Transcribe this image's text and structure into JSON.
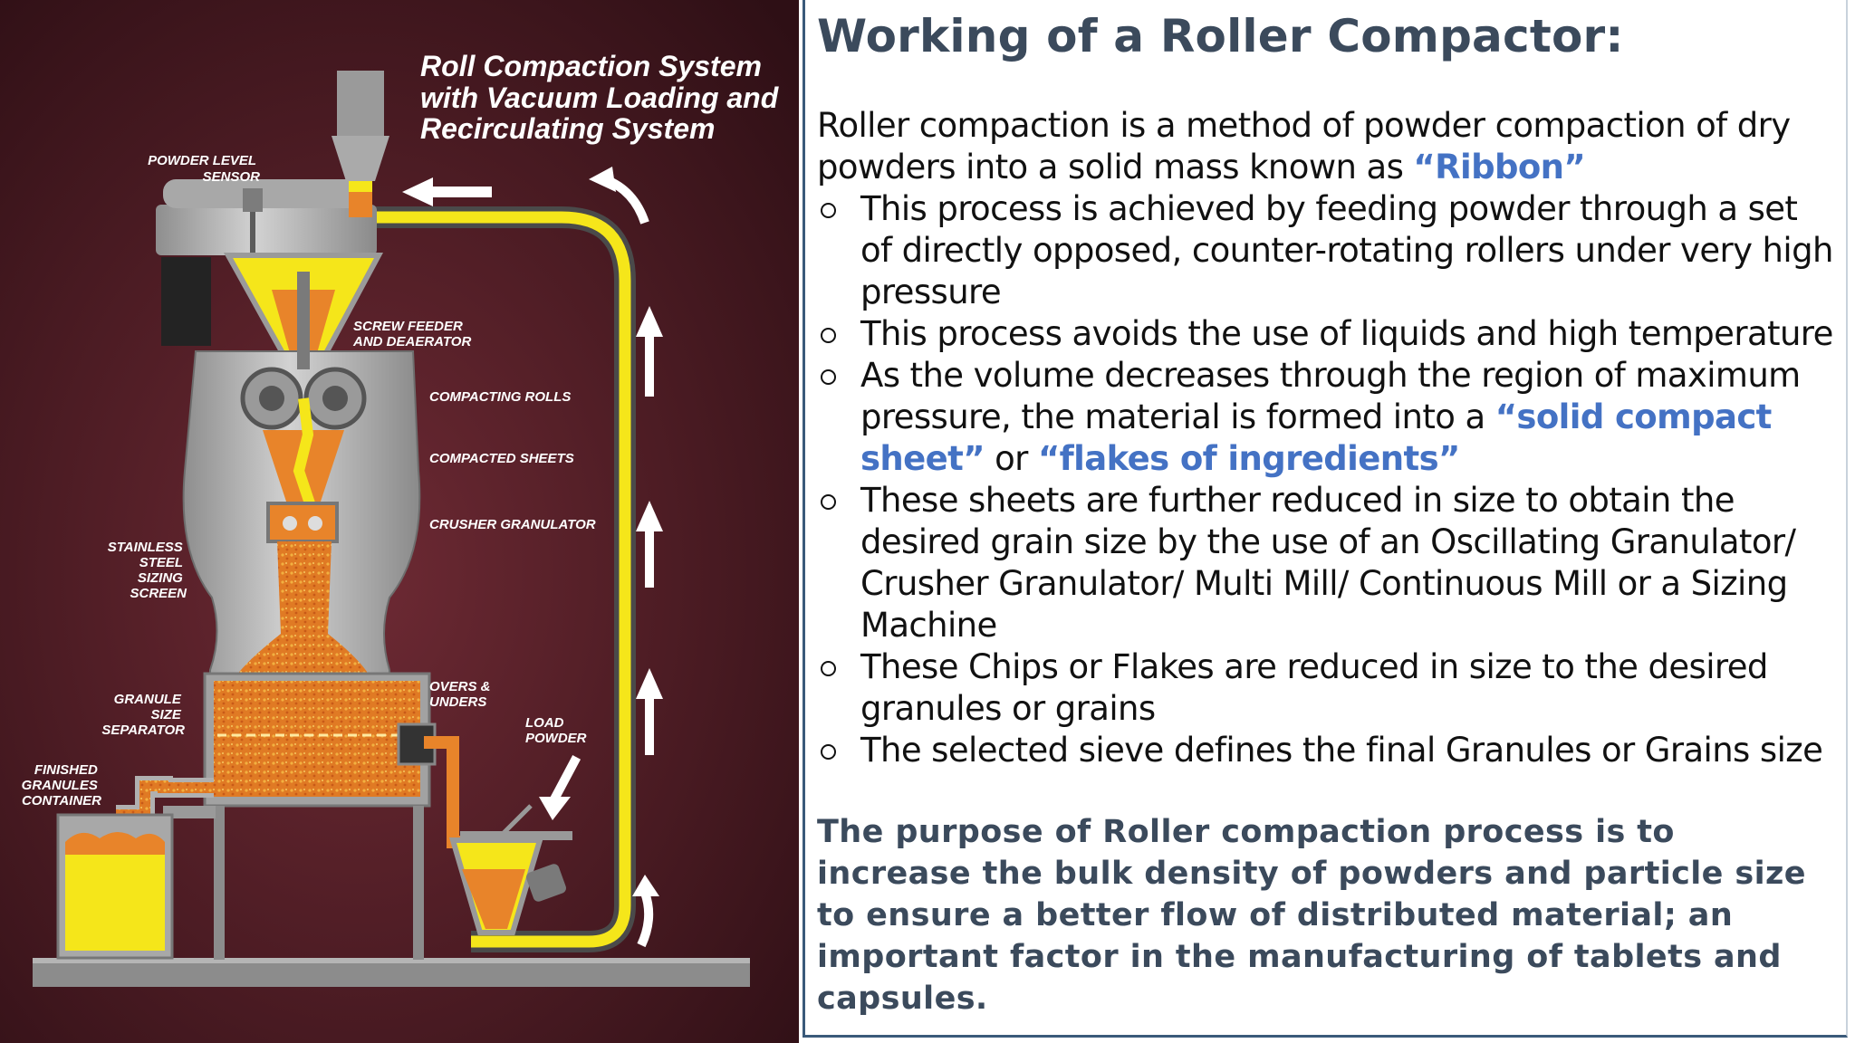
{
  "diagram": {
    "heading": [
      "Roll Compaction System",
      "with Vacuum Loading and",
      "Recirculating System"
    ],
    "labels": {
      "powder_level_sensor": [
        "POWDER LEVEL",
        "SENSOR"
      ],
      "screw_feeder": [
        "SCREW FEEDER",
        "AND DEAERATOR"
      ],
      "compacting_rolls": "COMPACTING ROLLS",
      "compacted_sheets": "COMPACTED SHEETS",
      "crusher_granulator": "CRUSHER GRANULATOR",
      "sizing_screen": [
        "STAINLESS",
        "STEEL",
        "SIZING",
        "SCREEN"
      ],
      "granule_separator": [
        "GRANULE",
        "SIZE",
        "SEPARATOR"
      ],
      "overs_unders": [
        "OVERS &",
        "UNDERS"
      ],
      "load_powder": [
        "LOAD",
        "POWDER"
      ],
      "finished_container": [
        "FINISHED",
        "GRANULES",
        "CONTAINER"
      ]
    }
  },
  "slide": {
    "title": "Working of a Roller Compactor:",
    "intro_plain": "Roller compaction is a method of powder compaction of dry powders into a solid mass known as ",
    "intro_highlight": "“Ribbon”",
    "bullets": [
      "This process is achieved by feeding powder through a set of directly opposed, counter-rotating rollers under very high pressure",
      "This process avoids the use of liquids and high temperature",
      {
        "plain1": "As the volume decreases through the region of maximum pressure, the material is formed into a ",
        "highlight1": "“solid compact sheet”",
        "plain2": " or ",
        "highlight2": "“flakes of ingredients”"
      },
      "These sheets are further reduced in size to obtain the desired grain size by the use of an Oscillating Granulator/ Crusher Granulator/ Multi Mill/ Continuous Mill or a Sizing Machine",
      "These Chips or Flakes are reduced in size to the desired granules or grains",
      "The selected sieve defines the final Granules or Grains size"
    ],
    "purpose": "The purpose of Roller compaction process is to increase the bulk density of powders and particle size to ensure a better flow of distributed material; an important factor in the manufacturing of tablets and capsules."
  },
  "colors": {
    "background_dark": "#3a141c",
    "machine_gray": "#b9b9b9",
    "powder_yellow": "#f5e61a",
    "powder_orange": "#e8842a",
    "highlight_blue": "#4472c4",
    "heading_slate": "#3b4a5c"
  }
}
